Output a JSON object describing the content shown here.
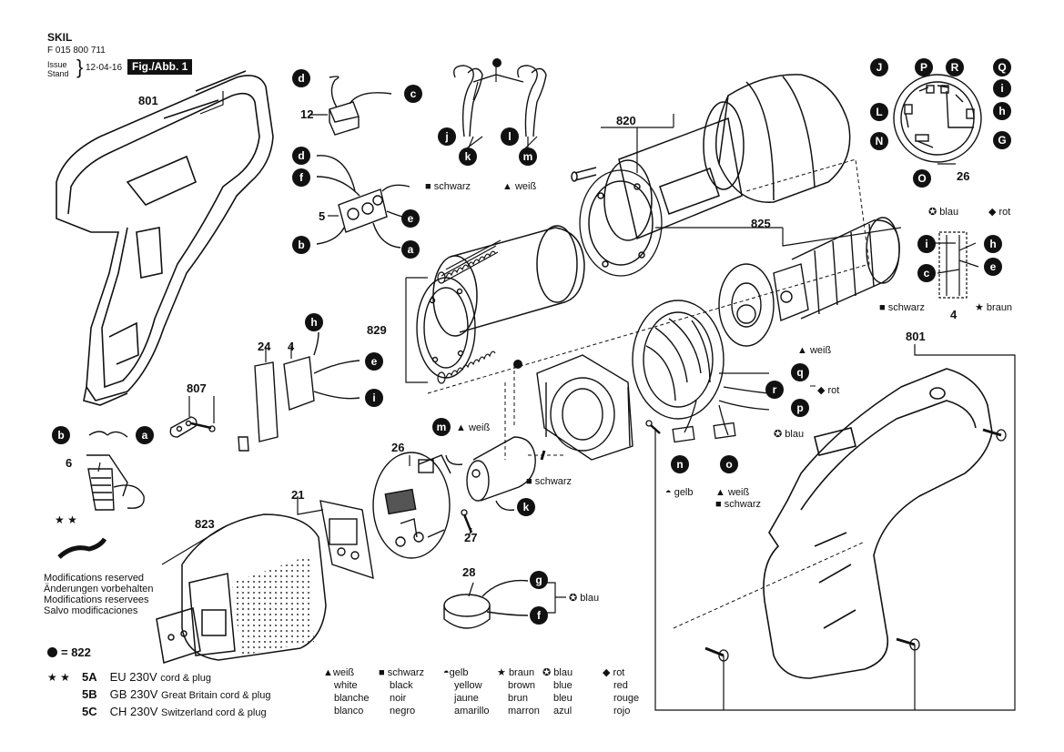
{
  "header": {
    "brand": "SKIL",
    "part_number": "F 015 800 711",
    "issue_label_1": "Issue",
    "issue_label_2": "Stand",
    "date": "12-04-16",
    "figure_label": "Fig./Abb. 1"
  },
  "modifications": [
    "Modifications reserved",
    "Änderungen vorbehalten",
    "Modifications reservees",
    "Salvo modificaciones"
  ],
  "dot_note": "= 822",
  "variants": [
    {
      "stars": "★ ★",
      "code": "5A",
      "voltage": "EU 230V",
      "desc": "cord & plug"
    },
    {
      "stars": "",
      "code": "5B",
      "voltage": "GB 230V",
      "desc": "Great Britain cord & plug"
    },
    {
      "stars": "",
      "code": "5C",
      "voltage": "CH 230V",
      "desc": "Switzerland cord & plug"
    }
  ],
  "color_legend": [
    {
      "symbol": "▲",
      "name": "weiß",
      "tr": [
        "white",
        "blanche",
        "blanco"
      ]
    },
    {
      "symbol": "■",
      "name": "schwarz",
      "tr": [
        "black",
        "noir",
        "negro"
      ]
    },
    {
      "symbol": "◓",
      "name": "gelb",
      "tr": [
        "yellow",
        "jaune",
        "amarillo"
      ]
    },
    {
      "symbol": "★",
      "name": "braun",
      "tr": [
        "brown",
        "brun",
        "marron"
      ]
    },
    {
      "symbol": "✪",
      "name": "blau",
      "tr": [
        "blue",
        "bleu",
        "azul"
      ]
    },
    {
      "symbol": "◆",
      "name": "rot",
      "tr": [
        "red",
        "rouge",
        "rojo"
      ]
    }
  ],
  "part_numbers": {
    "p801a": "801",
    "p801b": "801",
    "p12": "12",
    "p5": "5",
    "p820": "820",
    "p825": "825",
    "p829": "829",
    "p24": "24",
    "p4a": "4",
    "p4b": "4",
    "p807": "807",
    "p6": "6",
    "p26a": "26",
    "p26b": "26",
    "p21": "21",
    "p823": "823",
    "p27": "27",
    "p28": "28"
  },
  "wire_labels": {
    "w_schwarz_1": "■ schwarz",
    "w_weiss_1": "▲ weiß",
    "w_blau_1": "blau",
    "w_rot_1": "rot",
    "w_schwarz_2": "■ schwarz",
    "w_braun_1": "★ braun",
    "w_weiss_2": "▲ weiß",
    "w_rot_2": "◆ rot",
    "w_blau_2": "blau",
    "w_gelb": "◓ gelb",
    "w_weiss_3": "▲ weiß",
    "w_schwarz_3": "■ schwarz",
    "w_weiss_m": "▲ weiß",
    "w_schwarz_k": "■ schwarz",
    "w_blau_28": "blau",
    "w_stars": "★ ★"
  },
  "callouts": {
    "c_d1": "d",
    "c_c1": "c",
    "c_d2": "d",
    "c_f1": "f",
    "c_e1": "e",
    "c_b1": "b",
    "c_a1": "a",
    "c_j1": "j",
    "c_k1": "k",
    "c_l1": "l",
    "c_m1": "m",
    "c_J": "J",
    "c_P": "P",
    "c_R": "R",
    "c_Q": "Q",
    "c_i2": "i",
    "c_L": "L",
    "c_h2": "h",
    "c_N": "N",
    "c_G": "G",
    "c_O": "O",
    "c_i3": "i",
    "c_h3": "h",
    "c_c3": "c",
    "c_e3": "e",
    "c_h4": "h",
    "c_e4": "e",
    "c_i4": "i",
    "c_b5": "b",
    "c_a5": "a",
    "c_q": "q",
    "c_r": "r",
    "c_p": "p",
    "c_n": "n",
    "c_o": "o",
    "c_m2": "m",
    "c_k2": "k",
    "c_g": "g",
    "c_f2": "f"
  }
}
